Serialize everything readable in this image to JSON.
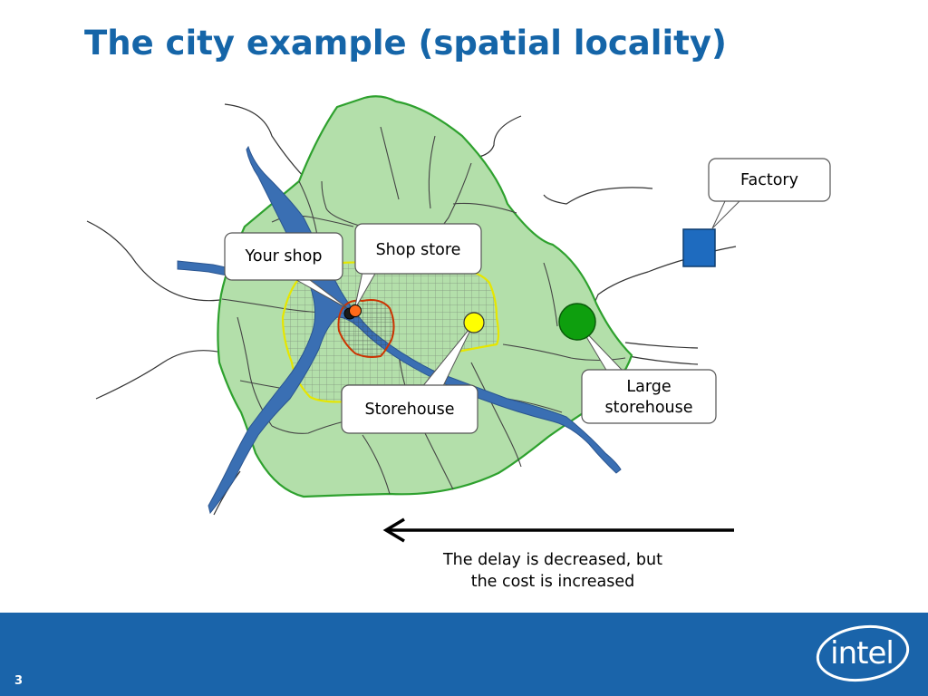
{
  "slide": {
    "title": "The city example (spatial locality)",
    "page_number": "3"
  },
  "callouts": {
    "your_shop": "Your shop",
    "shop_store": "Shop store",
    "storehouse": "Storehouse",
    "large_storehouse_line1": "Large",
    "large_storehouse_line2": "storehouse",
    "factory": "Factory"
  },
  "caption": {
    "line1": "The delay is decreased, but",
    "line2": "the cost is increased"
  },
  "logo": {
    "text": "intel"
  },
  "colors": {
    "title": "#1565a8",
    "footer": "#1a64aa",
    "city_fill": "#b3dfaa",
    "city_border": "#2ea12e",
    "storehouse_border": "#e6e600",
    "shop_store_area": "#cc3300",
    "river": "#3a6fb3",
    "factory": "#1e6bbf",
    "large_storehouse": "#0e9f0e",
    "storehouse_dot": "#ffff00",
    "shop_dot": "#ff6a1a"
  }
}
